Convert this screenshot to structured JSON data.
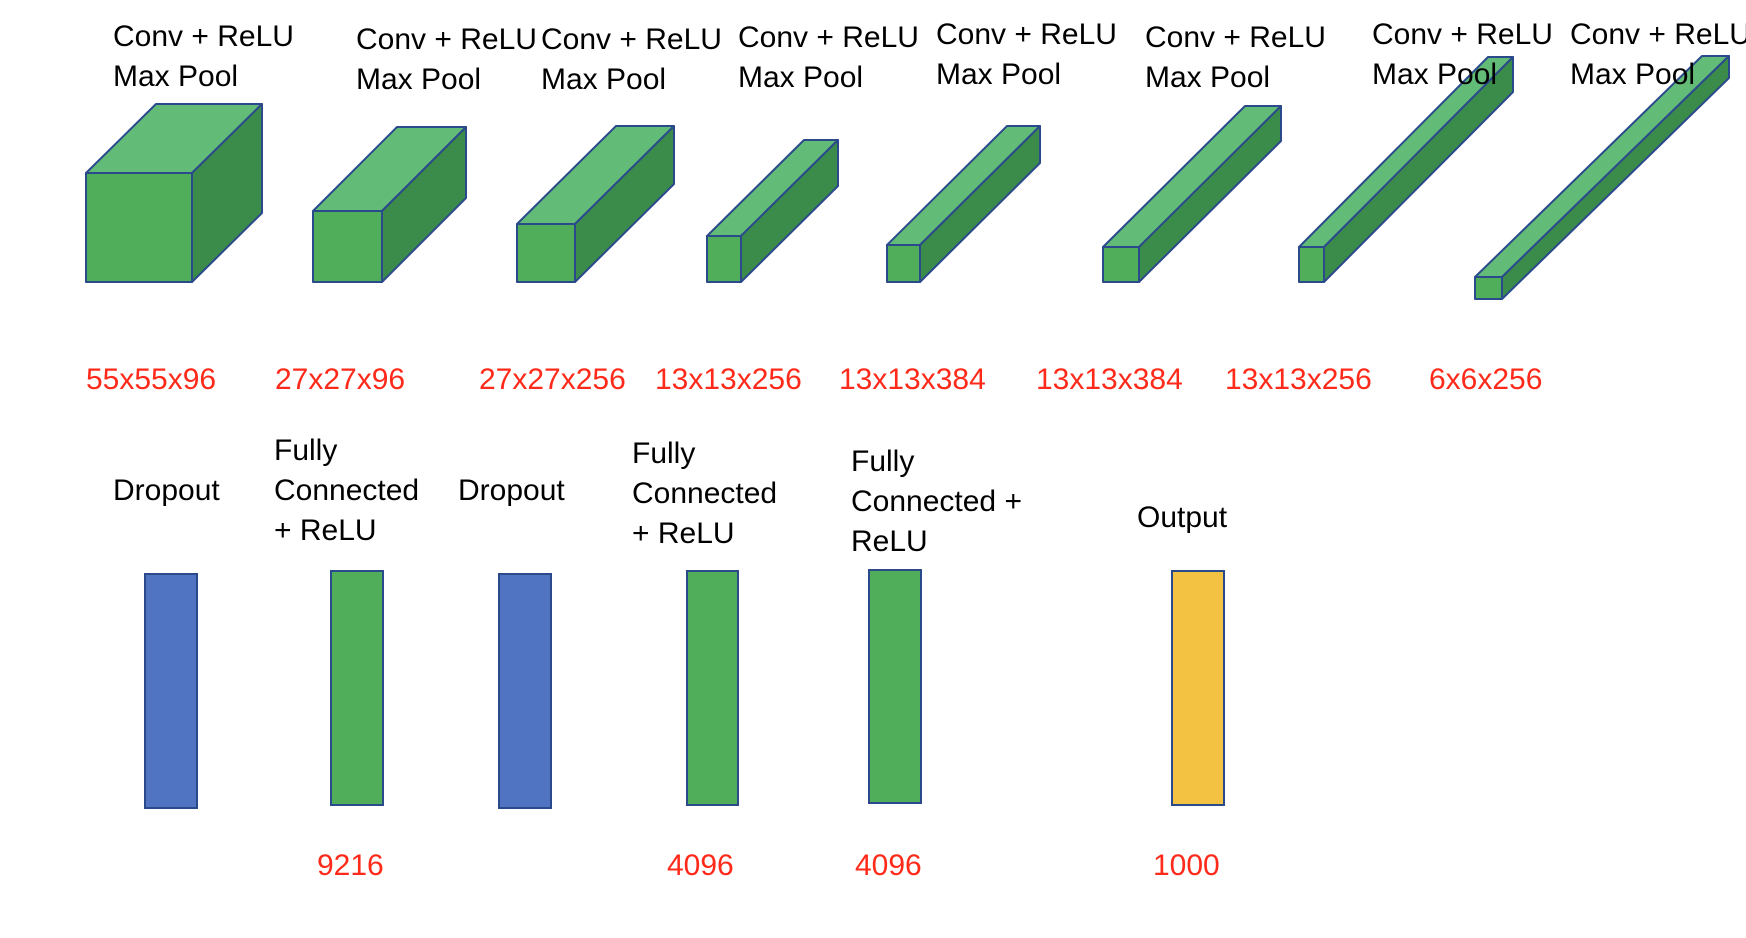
{
  "colors": {
    "conv_front": "#50ae5b",
    "conv_top": "#62bc78",
    "conv_side": "#3b8c4a",
    "outline": "#2b4a8b",
    "dropout": "#5074c2",
    "fully_connected": "#50ae5b",
    "output": "#f4c242",
    "dimension_text": "#ff2a1a",
    "label_text": "#000000"
  },
  "conv_layers": [
    {
      "line1": "Conv + ReLU",
      "line2": "Max Pool",
      "dims": "55x55x96"
    },
    {
      "line1": "Conv + ReLU",
      "line2": "Max Pool",
      "dims": "27x27x96"
    },
    {
      "line1": "Conv + ReLU",
      "line2": "Max Pool",
      "dims": "27x27x256"
    },
    {
      "line1": "Conv + ReLU",
      "line2": "Max Pool",
      "dims": "13x13x256"
    },
    {
      "line1": "Conv + ReLU",
      "line2": "Max Pool",
      "dims": "13x13x384"
    },
    {
      "line1": "Conv + ReLU",
      "line2": "Max Pool",
      "dims": "13x13x384"
    },
    {
      "line1": "Conv + ReLU",
      "line2": "Max Pool",
      "dims": "13x13x256"
    },
    {
      "line1": "Conv + ReLU",
      "line2": "Max Pool",
      "dims": "6x6x256"
    }
  ],
  "dense_layers": [
    {
      "kind": "dropout",
      "lines": [
        "Dropout"
      ],
      "size": ""
    },
    {
      "kind": "fully_connected",
      "lines": [
        "Fully",
        "Connected",
        "+ ReLU"
      ],
      "size": "9216"
    },
    {
      "kind": "dropout",
      "lines": [
        "Dropout"
      ],
      "size": ""
    },
    {
      "kind": "fully_connected",
      "lines": [
        "Fully",
        "Connected",
        "+ ReLU"
      ],
      "size": "4096"
    },
    {
      "kind": "fully_connected",
      "lines": [
        "Fully",
        "Connected +",
        "ReLU"
      ],
      "size": "4096"
    },
    {
      "kind": "output",
      "lines": [
        "Output"
      ],
      "size": "1000"
    }
  ]
}
